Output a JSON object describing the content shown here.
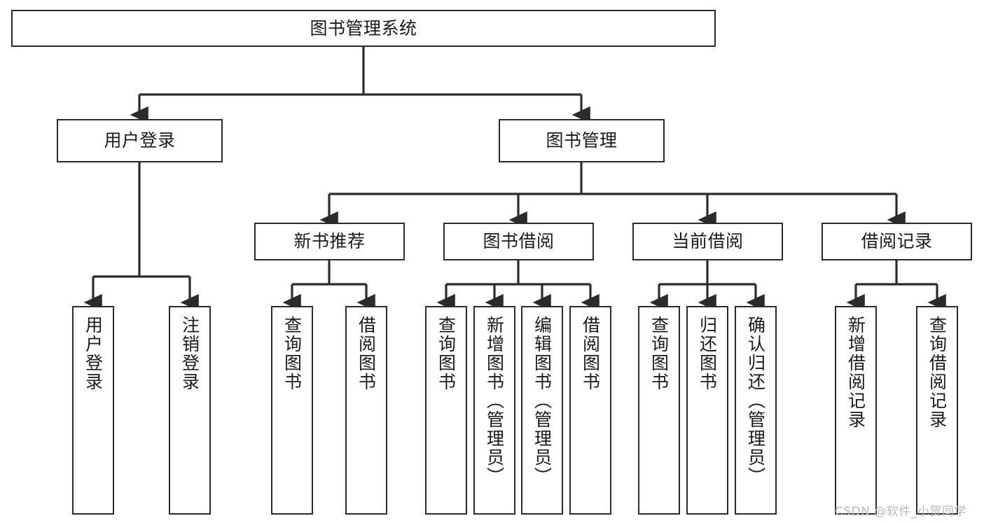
{
  "diagram": {
    "title": "图书管理系统",
    "type": "tree-structure-chart",
    "root": {
      "label": "图书管理系统"
    },
    "level1": [
      {
        "label": "用户登录"
      },
      {
        "label": "图书管理"
      }
    ],
    "level2": [
      {
        "label": "新书推荐"
      },
      {
        "label": "图书借阅"
      },
      {
        "label": "当前借阅"
      },
      {
        "label": "借阅记录"
      }
    ],
    "leaves": {
      "user_login": [
        {
          "label": "用户登录"
        },
        {
          "label": "注销登录"
        }
      ],
      "new_book_recommend": [
        {
          "label": "查询图书"
        },
        {
          "label": "借阅图书"
        }
      ],
      "book_borrow": [
        {
          "label": "查询图书"
        },
        {
          "label": "新增图书（管理员）"
        },
        {
          "label": "编辑图书（管理员）"
        },
        {
          "label": "借阅图书"
        }
      ],
      "current_borrow": [
        {
          "label": "查询图书"
        },
        {
          "label": "归还图书"
        },
        {
          "label": "确认归还（管理员）"
        }
      ],
      "borrow_record": [
        {
          "label": "新增借阅记录"
        },
        {
          "label": "查询借阅记录"
        }
      ]
    }
  },
  "watermark": {
    "text": "CSDN @软件_小贺同学"
  },
  "colors": {
    "stroke": "#2b2b2b",
    "background": "#ffffff",
    "text": "#1a1a1a",
    "watermark": "#b9b9b9"
  }
}
